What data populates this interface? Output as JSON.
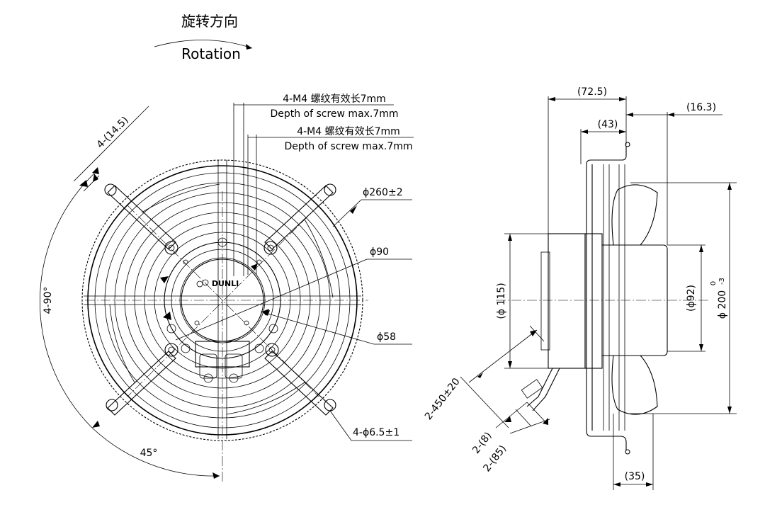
{
  "rotation": {
    "label_cn": "旋转方向",
    "label_en": "Rotation"
  },
  "brand": "DUNLI",
  "front_view": {
    "screw_note_1": {
      "cn": "4-M4 螺纹有效长7mm",
      "en": "Depth of screw max.7mm"
    },
    "screw_note_2": {
      "cn": "4-M4 螺纹有效长7mm",
      "en": "Depth of screw max.7mm"
    },
    "dim_slot_width": "4-(14.5)",
    "dim_outer_dia": "ϕ260±2",
    "dim_bolt_circle": "ϕ90",
    "dim_inner_circle": "ϕ58",
    "dim_angle_4x90": "4-90°",
    "dim_holes": "4-ϕ6.5±1",
    "dim_angle_45": "45°"
  },
  "side_view": {
    "dim_overall_depth": "(72.5)",
    "dim_guard_offset": "(16.3)",
    "dim_mount_depth": "(43)",
    "dim_motor_dia": "(ϕ 115)",
    "dim_hub_dia": "(ϕ92)",
    "dim_mount_dia_base": "ϕ 200",
    "dim_mount_dia_upper": "0",
    "dim_mount_dia_lower": "-3",
    "dim_cable_length": "2-450±20",
    "dim_cable_strip_1": "2-(8)",
    "dim_cable_strip_2": "2-(85)",
    "dim_blade_width": "(35)"
  }
}
